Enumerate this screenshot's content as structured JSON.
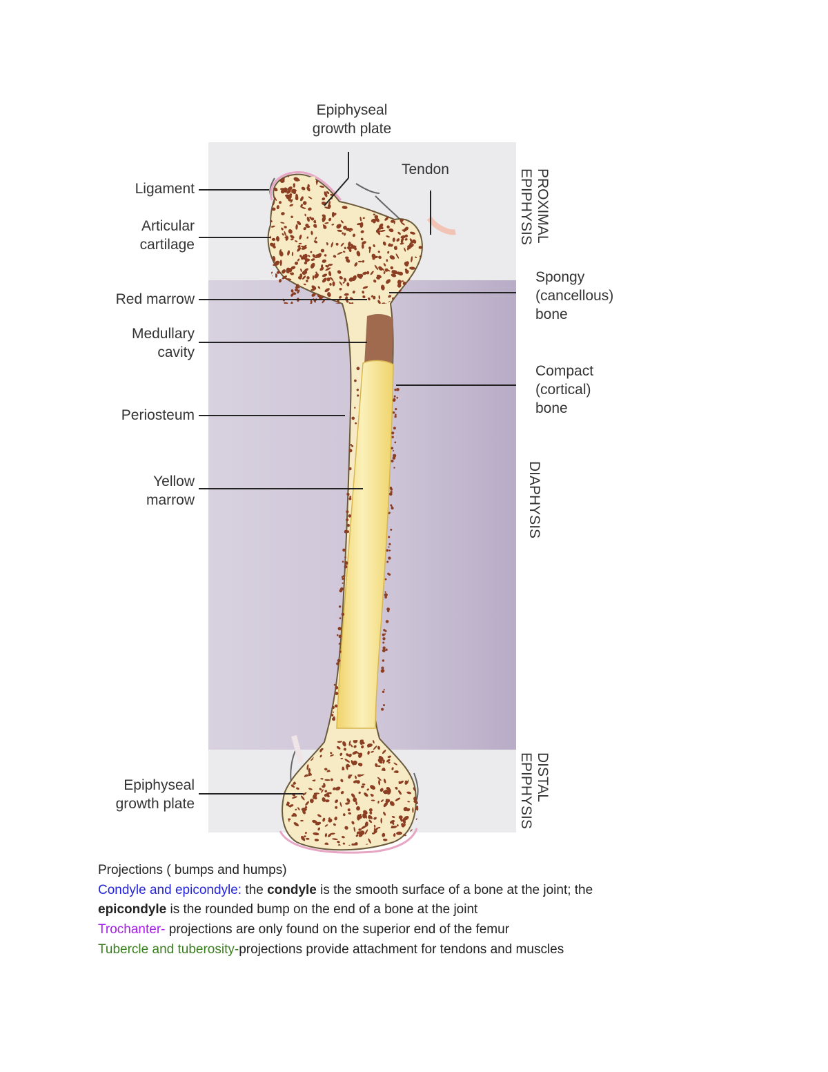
{
  "figure": {
    "labels_left": {
      "ligament": "Ligament",
      "articular_cartilage": "Articular\ncartilage",
      "red_marrow": "Red marrow",
      "medullary_cavity": "Medullary\ncavity",
      "periosteum": "Periosteum",
      "yellow_marrow": "Yellow\nmarrow",
      "epiphyseal_growth_plate_distal": "Epiphyseal\ngrowth plate"
    },
    "labels_top": {
      "epiphyseal_growth_plate_proximal": "Epiphyseal\ngrowth plate",
      "tendon": "Tendon"
    },
    "labels_right": {
      "spongy_bone": "Spongy\n(cancellous)\nbone",
      "compact_bone": "Compact\n(cortical)\nbone"
    },
    "regions": {
      "proximal_epiphysis": "PROXIMAL\nEPIPHYSIS",
      "diaphysis": "DIAPHYSIS",
      "distal_epiphysis": "DISTAL\nEPIPHYSIS"
    },
    "colors": {
      "epiphysis_band": "#ebebed",
      "diaphysis_band": "#c9bfd3",
      "bone": "#f6ebc5",
      "spongy": "#8b3e22",
      "yellow_marrow": "#f2dd73",
      "red_marrow": "#a06a4e",
      "cartilage": "#e7a6c4"
    }
  },
  "text": {
    "heading": "Projections ( bumps and humps)",
    "condyle_term": "Condyle and epicondyle:",
    "condyle_rest1": " the ",
    "condyle_bold": "condyle",
    "condyle_rest2": " is the smooth surface of a bone at the joint; the",
    "epicondyle_bold": "epicondyle",
    "epicondyle_rest": " is the rounded bump on the end of a bone at the joint",
    "trochanter_term": "Trochanter-",
    "trochanter_rest": " projections are only found on the superior end of the femur",
    "tubercle_term": "Tubercle and tuberosity-",
    "tubercle_rest": "projections provide attachment for tendons and muscles"
  }
}
